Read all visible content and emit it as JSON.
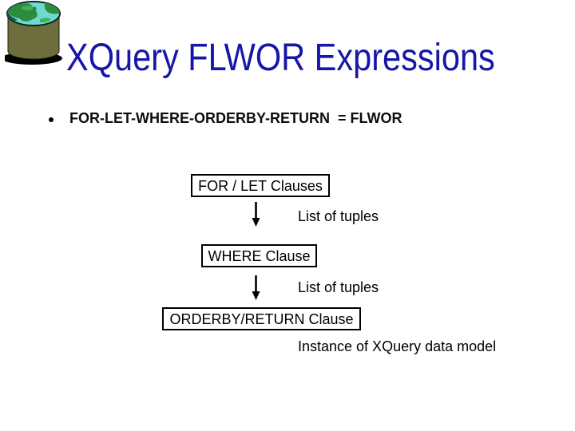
{
  "slide_title": "XQuery FLWOR Expressions",
  "bullet_text": "FOR-LET-WHERE-ORDERBY-RETURN  = FLWOR",
  "diagram": {
    "box_for_let": "FOR / LET Clauses",
    "box_where": "WHERE Clause",
    "box_orderby": "ORDERBY/RETURN Clause",
    "arrow_label_1": "List of tuples",
    "arrow_label_2": "List of tuples",
    "result_label": "Instance of XQuery data model"
  },
  "icons": {
    "logo": "database-globe-icon",
    "bullet": "bullet-dot-icon",
    "flow_arrow": "down-arrow-icon"
  },
  "colors": {
    "title_text": "#1616a8",
    "body_text": "#000000",
    "box_border": "#000000",
    "slide_background": "#ffffff",
    "logo_cylinder": "#6e6e3c",
    "logo_water": "#6fd8cf",
    "logo_land": "#2e8b3d",
    "logo_shadow": "#000000"
  }
}
